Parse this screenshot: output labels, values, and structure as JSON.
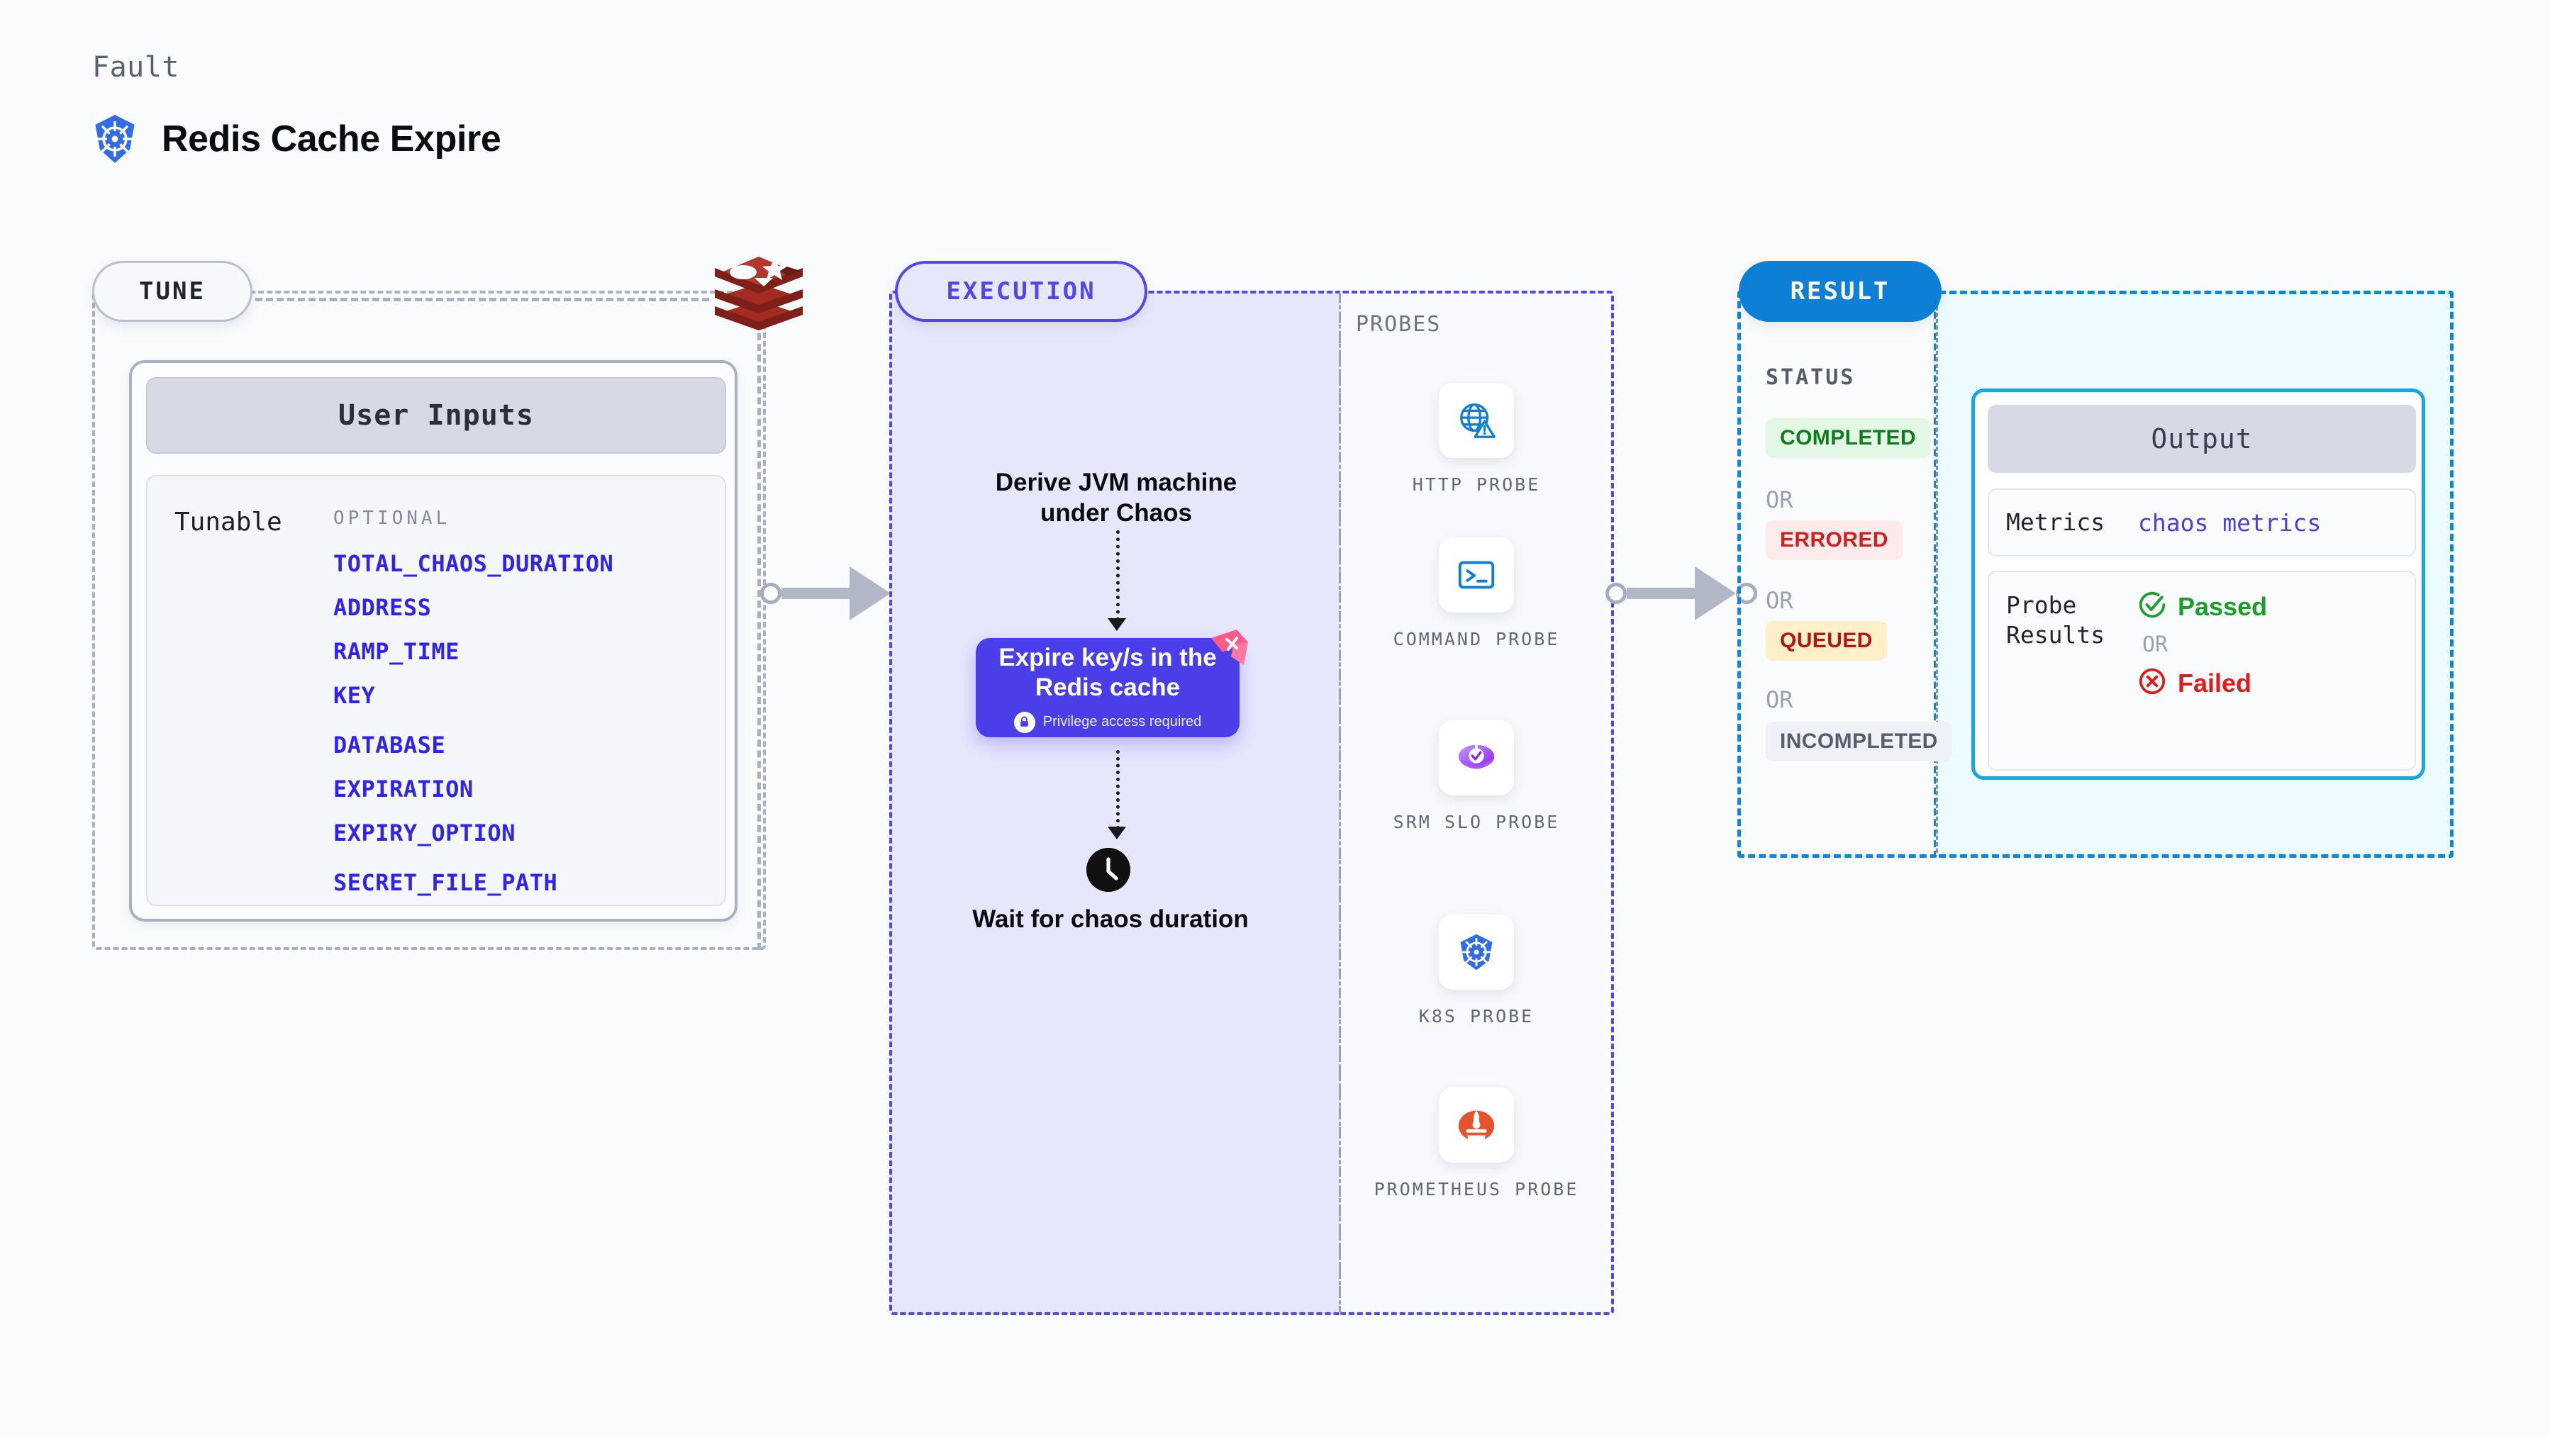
{
  "header": {
    "eyebrow": "Fault",
    "title": "Redis Cache Expire",
    "icon": "kubernetes-icon"
  },
  "tune": {
    "badge": "TUNE",
    "source_icon": "redis-logo",
    "card": {
      "title": "User Inputs",
      "group_label": "Tunable",
      "optional_heading": "OPTIONAL",
      "optional_items": [
        "TOTAL_CHAOS_DURATION",
        "ADDRESS",
        "RAMP_TIME",
        "KEY",
        "DATABASE",
        "EXPIRATION",
        "EXPIRY_OPTION",
        "SECRET_FILE_PATH"
      ]
    }
  },
  "execution": {
    "badge": "EXECUTION",
    "step_derive": "Derive JVM machine under Chaos",
    "action_card": {
      "title": "Expire key/s in the Redis cache",
      "note": "Privilege access required",
      "note_icon": "lock-icon",
      "corner_icon": "harness-flag-icon",
      "color": "#4a3ee8"
    },
    "wait_icon": "clock-icon",
    "step_wait": "Wait for chaos duration"
  },
  "probes": {
    "title": "PROBES",
    "items": [
      {
        "label": "HTTP PROBE",
        "icon": "globe-warning-icon"
      },
      {
        "label": "COMMAND PROBE",
        "icon": "terminal-icon"
      },
      {
        "label": "SRM SLO PROBE",
        "icon": "slo-gauge-icon"
      },
      {
        "label": "K8S PROBE",
        "icon": "kubernetes-icon"
      },
      {
        "label": "PROMETHEUS PROBE",
        "icon": "prometheus-icon"
      }
    ]
  },
  "result": {
    "badge": "RESULT",
    "status_title": "STATUS",
    "or_label": "OR",
    "statuses": [
      {
        "label": "COMPLETED",
        "bg": "#e3f8e4",
        "fg": "#117a1f"
      },
      {
        "label": "ERRORED",
        "bg": "#fdeaea",
        "fg": "#cf1f1f"
      },
      {
        "label": "QUEUED",
        "bg": "#fdf0c8",
        "fg": "#b2170f"
      },
      {
        "label": "INCOMPLETED",
        "bg": "#f0f1f6",
        "fg": "#585e70"
      }
    ],
    "output": {
      "title": "Output",
      "metrics_key": "Metrics",
      "metrics_value": "chaos metrics",
      "probe_key": "Probe Results",
      "passed_label": "Passed",
      "passed_icon": "check-circle-icon",
      "or_label": "OR",
      "failed_label": "Failed",
      "failed_icon": "x-circle-icon"
    }
  },
  "colors": {
    "accent_purple": "#4a3ee8",
    "accent_blue": "#0d7fd4",
    "accent_cyan": "#16a6e8",
    "tunable_blue": "#2f24e8",
    "pass_green": "#18a02b",
    "fail_red": "#e01b1b"
  }
}
